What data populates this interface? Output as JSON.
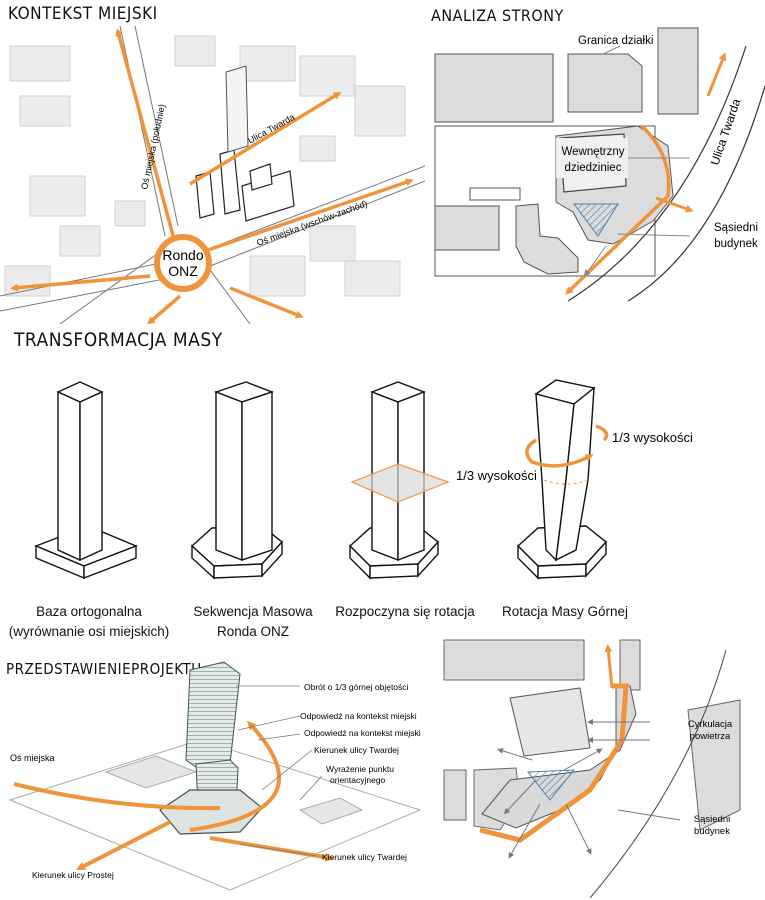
{
  "headings": {
    "context": "KONTEKST MIEJSKI",
    "site": "ANALIZA STRONY",
    "massing": "TRANSFORMACJA MASY",
    "project": "PRZEDSTAWIENIEPROJEKTU"
  },
  "context_map": {
    "labels": {
      "axis_ns": "Oś miejska (południe)",
      "street_twarda": "Ulica Twarda",
      "axis_ew": "Oś miejska (wschów-zachód)",
      "roundabout_line1": "Rondo",
      "roundabout_line2": "ONZ"
    }
  },
  "site_analysis": {
    "labels": {
      "plot_boundary": "Granica działki",
      "courtyard_line1": "Wewnętrzny",
      "courtyard_line2": "dziedziniec",
      "street_twarda": "Ulica Twarda",
      "neighbor_line1": "Sąsiedni",
      "neighbor_line2": "budynek"
    }
  },
  "massing": {
    "steps": [
      {
        "caption_line1": "Baza ortogonalna",
        "caption_line2": "(wyrównanie osi miejskich)"
      },
      {
        "caption_line1": "Sekwencja Masowa",
        "caption_line2": "Ronda ONZ"
      },
      {
        "caption_line1": "Rozpoczyna się rotacja",
        "caption_line2": ""
      },
      {
        "caption_line1": "Rotacja Masy Górnej",
        "caption_line2": ""
      }
    ],
    "annotations": {
      "third_height_a": "1/3 wysokości",
      "third_height_b": "1/3 wysokości"
    }
  },
  "project": {
    "labels": {
      "rotation": "Obrót o 1/3 górnej objętości",
      "response1": "Odpowiedź na kontekst miejski",
      "response2": "Odpowiedź na kontekst miejski",
      "twarda_dir1": "Kierunek ulicy Twardej",
      "landmark_line1": "Wyrażenie punktu",
      "landmark_line2": "orientacyjnego",
      "urban_axis": "Oś miejska",
      "twarda_dir2": "Kierunek ulicy Twardej",
      "prosta_dir": "Kierunek ulicy Prostej"
    }
  },
  "airflow": {
    "labels": {
      "circ_line1": "Cyrkulacja",
      "circ_line2": "powietrza",
      "neighbor_line1": "Sąsiedni",
      "neighbor_line2": "budynek"
    }
  },
  "colors": {
    "accent": "#f0943c",
    "building_fill": "#e2e2e2",
    "line": "#222222"
  }
}
